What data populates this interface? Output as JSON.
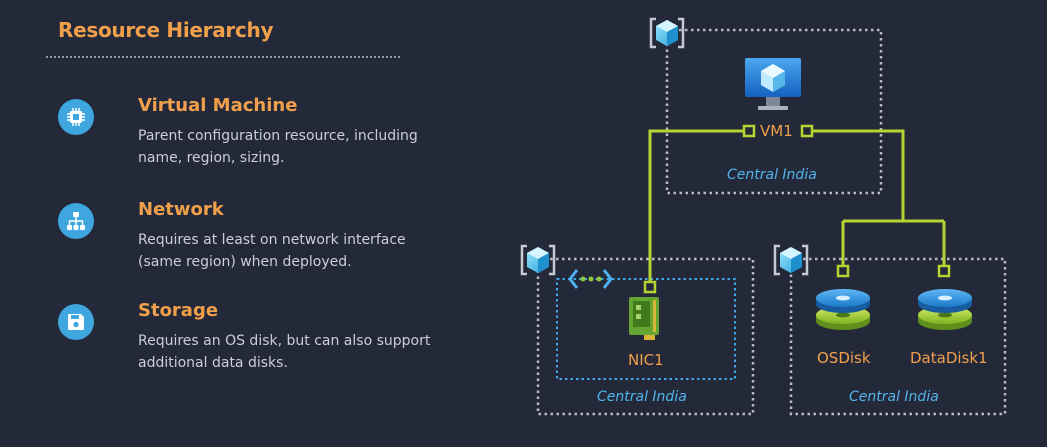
{
  "sidebar": {
    "title": "Resource Hierarchy",
    "items": [
      {
        "title": "Virtual Machine",
        "description": "Parent configuration resource, including name, region, sizing.",
        "icon": "cpu-chip-icon"
      },
      {
        "title": "Network",
        "description": "Requires at least on network interface (same region) when deployed.",
        "icon": "network-hierarchy-icon"
      },
      {
        "title": "Storage",
        "description": "Requires an OS disk, but can also support additional data disks.",
        "icon": "floppy-disk-icon"
      }
    ]
  },
  "diagram": {
    "vm": {
      "name": "VM1",
      "region": "Central India",
      "icon": "virtual-machine-monitor-icon"
    },
    "nic": {
      "name": "NIC1",
      "region": "Central India",
      "icon": "network-interface-card-icon"
    },
    "disks": {
      "region": "Central India",
      "items": [
        {
          "name": "OSDisk",
          "icon": "managed-disk-icon"
        },
        {
          "name": "DataDisk1",
          "icon": "managed-disk-icon"
        }
      ]
    }
  },
  "colors": {
    "background": "#24293a",
    "accent_orange": "#f0a04b",
    "accent_blue": "#52b4ea",
    "connector": "#b6d431",
    "container_border": "#b8bcc5"
  }
}
